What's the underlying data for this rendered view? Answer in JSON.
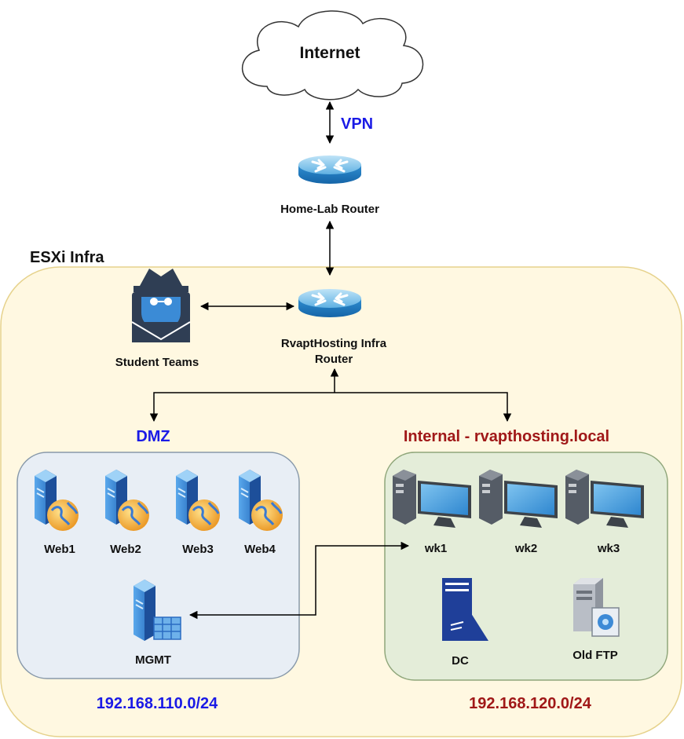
{
  "cloud": {
    "label": "Internet"
  },
  "vpn": {
    "label": "VPN",
    "color": "#1a1ae6"
  },
  "home_router": {
    "label": "Home-Lab Router"
  },
  "esxi": {
    "label": "ESXi Infra",
    "fill": "#fff8e1",
    "stroke": "#e6d28c"
  },
  "infra_router": {
    "label_line1": "RvaptHosting Infra",
    "label_line2": "Router"
  },
  "student_teams": {
    "label": "Student Teams"
  },
  "dmz": {
    "title": "DMZ",
    "title_color": "#1a1ae6",
    "subnet": "192.168.110.0/24",
    "fill": "#e8eef5",
    "stroke": "#8899aa",
    "servers": [
      {
        "label": "Web1"
      },
      {
        "label": "Web2"
      },
      {
        "label": "Web3"
      },
      {
        "label": "Web4"
      }
    ],
    "mgmt": {
      "label": "MGMT"
    }
  },
  "internal": {
    "title": "Internal - rvapthosting.local",
    "title_color": "#a01818",
    "subnet": "192.168.120.0/24",
    "fill": "#e4edd9",
    "stroke": "#8fa67a",
    "workstations": [
      {
        "label": "wk1"
      },
      {
        "label": "wk2"
      },
      {
        "label": "wk3"
      }
    ],
    "dc": {
      "label": "DC"
    },
    "ftp": {
      "label": "Old FTP"
    }
  }
}
